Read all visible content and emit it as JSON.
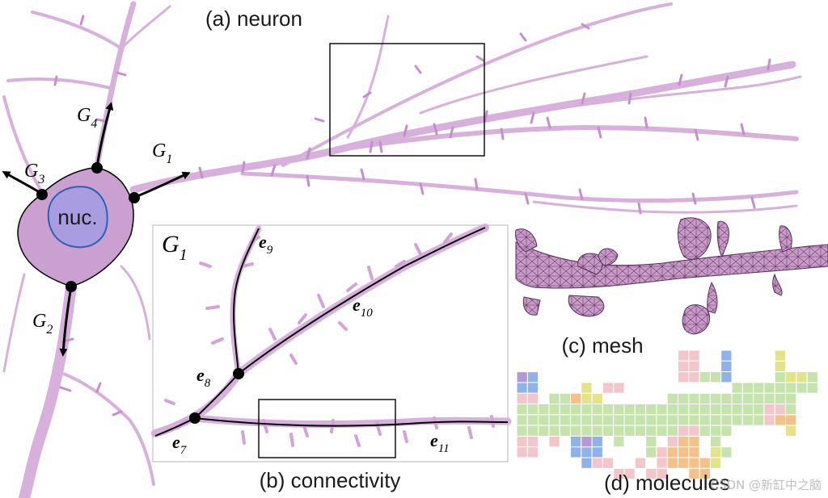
{
  "colors": {
    "neuron": "#d7b0db",
    "neuron_dark": "#c58fcb",
    "soma": "#c9a0d0",
    "nucleus": "#a99ce0",
    "nucleus_edge": "#2f5fb0",
    "mesh_fill": "#c89ac6",
    "mesh_line": "#6a3d6d",
    "mol_green": "#c7e3ad",
    "mol_pink": "#f3c6cc",
    "mol_blue": "#8fb3e8",
    "mol_yellow": "#e3e48a",
    "mol_orange": "#f2c28a",
    "mol_purple": "#b39ad6"
  },
  "panels": {
    "a": {
      "label": "(a) neuron"
    },
    "b": {
      "label": "(b) connectivity",
      "graph_label": "G",
      "graph_sub": "1"
    },
    "c": {
      "label": "(c) mesh"
    },
    "d": {
      "label": "(d) molecules"
    }
  },
  "soma": {
    "nucleus_label": "nuc."
  },
  "branches": [
    {
      "id": "g1",
      "base": "G",
      "sub": "1"
    },
    {
      "id": "g2",
      "base": "G",
      "sub": "2"
    },
    {
      "id": "g3",
      "base": "G",
      "sub": "3"
    },
    {
      "id": "g4",
      "base": "G",
      "sub": "4"
    }
  ],
  "edges": [
    {
      "id": "e7",
      "base": "e",
      "sub": "7"
    },
    {
      "id": "e8",
      "base": "e",
      "sub": "8"
    },
    {
      "id": "e9",
      "base": "e",
      "sub": "9"
    },
    {
      "id": "e10",
      "base": "e",
      "sub": "10"
    },
    {
      "id": "e11",
      "base": "e",
      "sub": "11"
    }
  ],
  "watermark": "CSDN @新缸中之脑"
}
